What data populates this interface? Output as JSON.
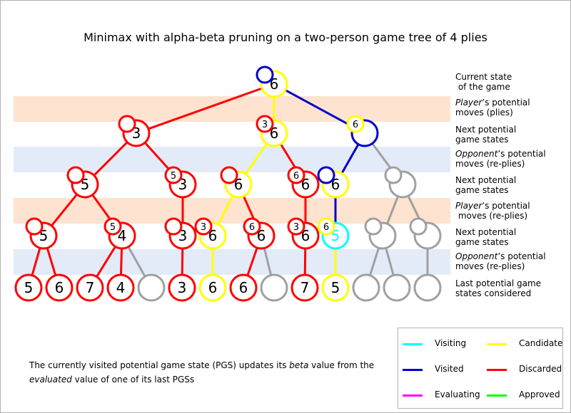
{
  "title": "Minimax with alpha-beta pruning on a two-person game tree of 4 plies",
  "colors": {
    "visiting": "#00ffff",
    "candidate": "#ffff00",
    "visited": "#0000cc",
    "discarded": "#ff0000",
    "evaluating": "#ff00ff",
    "approved": "#00ff00",
    "unvisited": "#a0a0a0",
    "player_band": "#fde3d0",
    "opponent_band": "#e3ebf9"
  },
  "row_labels": [
    {
      "pre": "",
      "em": "",
      "post": "Current state\n of the game"
    },
    {
      "pre": "",
      "em": "Player",
      "post": "’s potential\nmoves (plies)"
    },
    {
      "pre": "",
      "em": "",
      "post": "Next potential\ngame states"
    },
    {
      "pre": "",
      "em": "Opponent",
      "post": "’s potential\nmoves (re-plies)"
    },
    {
      "pre": "",
      "em": "",
      "post": "Next potential\ngame states"
    },
    {
      "pre": "",
      "em": "Player",
      "post": "’s potential\n moves (re-plies)"
    },
    {
      "pre": "",
      "em": "",
      "post": "Next potential\ngame states"
    },
    {
      "pre": "",
      "em": "Opponent",
      "post": "’s potential\nmoves (re-plies)"
    },
    {
      "pre": "",
      "em": "",
      "post": "Last potential game\nstates considered"
    }
  ],
  "caption": {
    "part1": "The currently visited potential game state (PGS) updates its ",
    "em1": "beta",
    "part2": " value from the ",
    "em2": "evaluated",
    "part3": " value of one of its last PGSs"
  },
  "legend": [
    {
      "label": "Visiting",
      "color": "visiting"
    },
    {
      "label": "Candidate",
      "color": "candidate"
    },
    {
      "label": "Visited",
      "color": "visited"
    },
    {
      "label": "Discarded",
      "color": "discarded"
    },
    {
      "label": "Evaluating",
      "color": "evaluating"
    },
    {
      "label": "Approved",
      "color": "approved"
    }
  ],
  "tree": {
    "nodes": [
      {
        "id": "root",
        "value": "6",
        "color": "candidate",
        "badge": "",
        "badge_color": "visited"
      },
      {
        "id": "a",
        "value": "3",
        "color": "discarded",
        "badge": "",
        "badge_color": "discarded"
      },
      {
        "id": "b",
        "value": "6",
        "color": "candidate",
        "badge": "3",
        "badge_color": "discarded"
      },
      {
        "id": "c",
        "value": "",
        "color": "visited",
        "badge": "6",
        "badge_color": "candidate"
      },
      {
        "id": "a1",
        "value": "5",
        "color": "discarded",
        "badge": "",
        "badge_color": "discarded"
      },
      {
        "id": "a2",
        "value": "3",
        "color": "discarded",
        "badge": "5",
        "badge_color": "discarded"
      },
      {
        "id": "b1",
        "value": "6",
        "color": "candidate",
        "badge": "",
        "badge_color": "discarded"
      },
      {
        "id": "b2",
        "value": "6",
        "color": "discarded",
        "badge": "6",
        "badge_color": "discarded"
      },
      {
        "id": "c1",
        "value": "6",
        "color": "candidate",
        "badge": "",
        "badge_color": "visited"
      },
      {
        "id": "c2",
        "value": "",
        "color": "unvisited",
        "badge": "",
        "badge_color": "unvisited"
      },
      {
        "id": "a11",
        "value": "5",
        "color": "discarded",
        "badge": "",
        "badge_color": "discarded"
      },
      {
        "id": "a12",
        "value": "4",
        "color": "discarded",
        "badge": "5",
        "badge_color": "discarded"
      },
      {
        "id": "a21",
        "value": "3",
        "color": "discarded",
        "badge": "",
        "badge_color": "discarded"
      },
      {
        "id": "b11",
        "value": "6",
        "color": "candidate",
        "badge": "3",
        "badge_color": "discarded"
      },
      {
        "id": "b21",
        "value": "6",
        "color": "discarded",
        "badge": "6",
        "badge_color": "discarded"
      },
      {
        "id": "b22",
        "value": "6",
        "color": "discarded",
        "badge": "3",
        "badge_color": "discarded"
      },
      {
        "id": "c11",
        "value": "5",
        "color": "visiting",
        "badge": "6",
        "badge_color": "candidate"
      },
      {
        "id": "c21",
        "value": "",
        "color": "unvisited",
        "badge": "",
        "badge_color": "unvisited"
      },
      {
        "id": "c22",
        "value": "",
        "color": "unvisited",
        "badge": "",
        "badge_color": "unvisited"
      },
      {
        "id": "l1",
        "value": "5",
        "color": "discarded",
        "badge": "",
        "badge_color": ""
      },
      {
        "id": "l2",
        "value": "6",
        "color": "discarded",
        "badge": "",
        "badge_color": ""
      },
      {
        "id": "l3",
        "value": "7",
        "color": "discarded",
        "badge": "",
        "badge_color": ""
      },
      {
        "id": "l4",
        "value": "4",
        "color": "discarded",
        "badge": "",
        "badge_color": ""
      },
      {
        "id": "l5",
        "value": "",
        "color": "unvisited",
        "badge": "",
        "badge_color": ""
      },
      {
        "id": "l6",
        "value": "3",
        "color": "discarded",
        "badge": "",
        "badge_color": ""
      },
      {
        "id": "l7",
        "value": "6",
        "color": "candidate",
        "badge": "",
        "badge_color": ""
      },
      {
        "id": "l8",
        "value": "6",
        "color": "discarded",
        "badge": "",
        "badge_color": ""
      },
      {
        "id": "l9",
        "value": "",
        "color": "unvisited",
        "badge": "",
        "badge_color": ""
      },
      {
        "id": "l10",
        "value": "7",
        "color": "discarded",
        "badge": "",
        "badge_color": ""
      },
      {
        "id": "l11",
        "value": "5",
        "color": "candidate",
        "badge": "",
        "badge_color": ""
      },
      {
        "id": "l12",
        "value": "",
        "color": "unvisited",
        "badge": "",
        "badge_color": ""
      },
      {
        "id": "l13",
        "value": "",
        "color": "unvisited",
        "badge": "",
        "badge_color": ""
      },
      {
        "id": "l14",
        "value": "",
        "color": "unvisited",
        "badge": "",
        "badge_color": ""
      }
    ],
    "edges": [
      {
        "from": "root",
        "to": "a",
        "color": "discarded"
      },
      {
        "from": "root",
        "to": "b",
        "color": "candidate"
      },
      {
        "from": "root",
        "to": "c",
        "color": "visited"
      },
      {
        "from": "a",
        "to": "a1",
        "color": "discarded"
      },
      {
        "from": "a",
        "to": "a2",
        "color": "discarded"
      },
      {
        "from": "b",
        "to": "b1",
        "color": "candidate"
      },
      {
        "from": "b",
        "to": "b2",
        "color": "discarded"
      },
      {
        "from": "c",
        "to": "c1",
        "color": "visited"
      },
      {
        "from": "c",
        "to": "c2",
        "color": "unvisited"
      },
      {
        "from": "a1",
        "to": "a11",
        "color": "discarded"
      },
      {
        "from": "a1",
        "to": "a12",
        "color": "discarded"
      },
      {
        "from": "a2",
        "to": "a21",
        "color": "discarded"
      },
      {
        "from": "b1",
        "to": "b11",
        "color": "candidate"
      },
      {
        "from": "b1",
        "to": "b21",
        "color": "discarded"
      },
      {
        "from": "b2",
        "to": "b22",
        "color": "discarded"
      },
      {
        "from": "c1",
        "to": "c11",
        "color": "visited"
      },
      {
        "from": "c2",
        "to": "c21",
        "color": "unvisited"
      },
      {
        "from": "c2",
        "to": "c22",
        "color": "unvisited"
      },
      {
        "from": "a11",
        "to": "l1",
        "color": "discarded"
      },
      {
        "from": "a11",
        "to": "l2",
        "color": "discarded"
      },
      {
        "from": "a12",
        "to": "l3",
        "color": "discarded"
      },
      {
        "from": "a12",
        "to": "l4",
        "color": "discarded"
      },
      {
        "from": "a12",
        "to": "l5",
        "color": "unvisited"
      },
      {
        "from": "a21",
        "to": "l6",
        "color": "discarded"
      },
      {
        "from": "b11",
        "to": "l7",
        "color": "candidate"
      },
      {
        "from": "b21",
        "to": "l8",
        "color": "discarded"
      },
      {
        "from": "b21",
        "to": "l9",
        "color": "unvisited"
      },
      {
        "from": "b22",
        "to": "l10",
        "color": "discarded"
      },
      {
        "from": "c11",
        "to": "l11",
        "color": "candidate"
      },
      {
        "from": "c21",
        "to": "l12",
        "color": "unvisited"
      },
      {
        "from": "c21",
        "to": "l13",
        "color": "unvisited"
      },
      {
        "from": "c22",
        "to": "l14",
        "color": "unvisited"
      }
    ]
  }
}
